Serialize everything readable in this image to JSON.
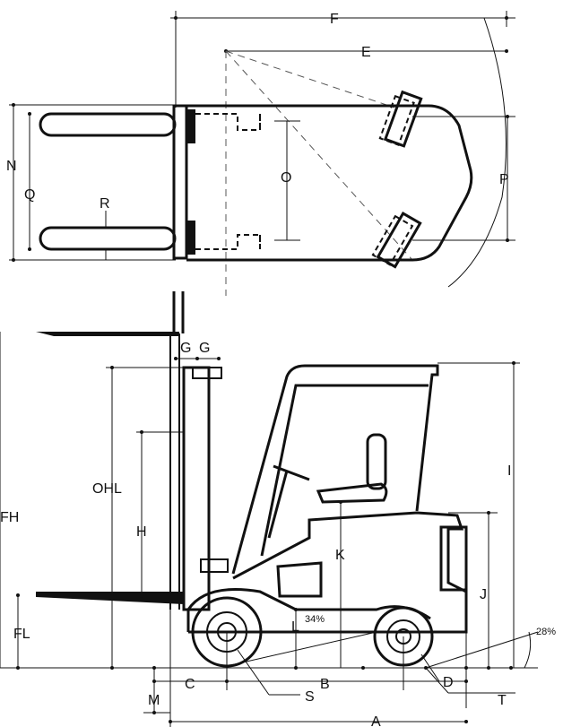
{
  "labels": {
    "F": "F",
    "E": "E",
    "N": "N",
    "Q": "Q",
    "R": "R",
    "O": "O",
    "P": "P",
    "G1": "G",
    "G2": "G",
    "OHL": "OHL",
    "FH": "FH",
    "H": "H",
    "K": "K",
    "I": "I",
    "J": "J",
    "L": "L",
    "FL": "FL",
    "C": "C",
    "B": "B",
    "D": "D",
    "S": "S",
    "T": "T",
    "M": "M",
    "A": "A",
    "angle_34": "34%",
    "angle_28": "28%"
  }
}
